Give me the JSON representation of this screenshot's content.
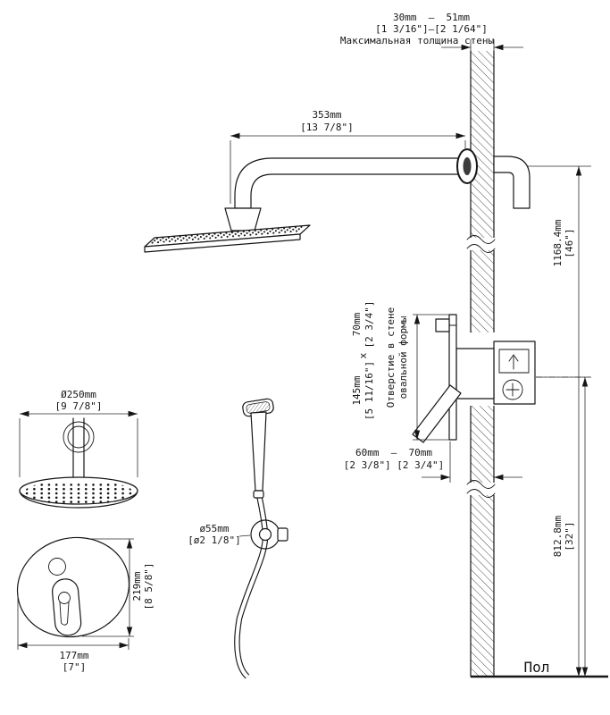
{
  "page": {
    "background": "#ffffff",
    "ink": "#161616"
  },
  "annotations": {
    "wall_thickness": {
      "mm": "30mm  —  51mm",
      "inch": "[1 3/16\"]—[2 1/64\"]",
      "caption": "Максимальная толщина стены"
    },
    "shower_arm_length": {
      "mm": "353mm",
      "inch": "[13 7/8\"]"
    },
    "shower_arm_height": {
      "mm": "1168.4mm",
      "inch": "[46\"]"
    },
    "wall_hole": {
      "height_mm": "145mm",
      "height_inch": "[5 11/16\"]",
      "separator": "x",
      "width_mm": "70mm",
      "width_inch": "[2 3/4\"]",
      "caption_line1": "Отверстие в стене",
      "caption_line2": "овальной формы"
    },
    "valve_depth": {
      "mm": "60mm  —  70mm",
      "inch": "[2 3/8\"] [2 3/4\"]"
    },
    "valve_height": {
      "mm": "812.8mm",
      "inch": "[32\"]"
    },
    "floor_label": "Пол",
    "head_diameter": {
      "mm": "Ø250mm",
      "inch": "[9 7/8\"]"
    },
    "trim_plate_height": {
      "mm": "219mm",
      "inch": "[8 5/8\"]"
    },
    "trim_plate_width": {
      "mm": "177mm",
      "inch": "[7\"]"
    },
    "holder_diameter": {
      "mm": "ø55mm",
      "inch": "[ø2 1/8\"]"
    }
  }
}
